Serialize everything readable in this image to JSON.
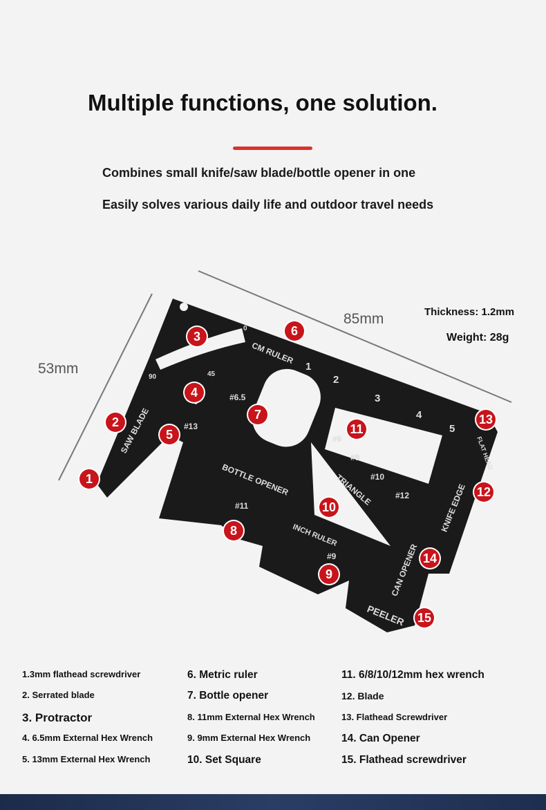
{
  "header": {
    "title": "Multiple functions, one solution.",
    "line1": "Combines small knife/saw blade/bottle opener in one",
    "line2": "Easily solves various daily life and outdoor travel needs"
  },
  "dimensions": {
    "length": "85mm",
    "width": "53mm",
    "thickness": "Thickness: 1.2mm",
    "weight": "Weight: 28g"
  },
  "card_labels": {
    "saw": "SAW BLADE",
    "cm": "CM RULER",
    "bottle": "BOTTLE OPENER",
    "triangle": "TRIANGLE",
    "inch": "INCH RULER",
    "knife": "KNIFE EDGE",
    "can": "CAN OPENER",
    "peeler": "PEELER",
    "flat": "FLAT HEAD",
    "h65": "#6.5",
    "h13": "#13",
    "h11": "#11",
    "h9": "#9",
    "h6": "#6",
    "h8": "#8",
    "h10": "#10",
    "h12": "#12",
    "r1": "1",
    "r2": "2",
    "r3": "3",
    "r4": "4",
    "r5": "5",
    "p90": "90",
    "p45": "45",
    "p0": "0"
  },
  "markers": [
    "1",
    "2",
    "3",
    "4",
    "5",
    "6",
    "7",
    "8",
    "9",
    "10",
    "11",
    "12",
    "13",
    "14",
    "15"
  ],
  "legend": [
    "1.3mm flathead screwdriver",
    "2. Serrated blade",
    "3. Protractor",
    "4. 6.5mm External Hex Wrench",
    "5. 13mm External Hex Wrench",
    "6. Metric ruler",
    "7. Bottle opener",
    "8. 11mm External Hex Wrench",
    "9. 9mm External Hex Wrench",
    "10. Set Square",
    "11. 6/8/10/12mm hex wrench",
    "12. Blade",
    "13. Flathead Screwdriver",
    "14. Can Opener",
    "15. Flathead screwdriver"
  ],
  "colors": {
    "accent": "#d8332c",
    "marker": "#c8141b",
    "card": "#1a1a1a"
  }
}
